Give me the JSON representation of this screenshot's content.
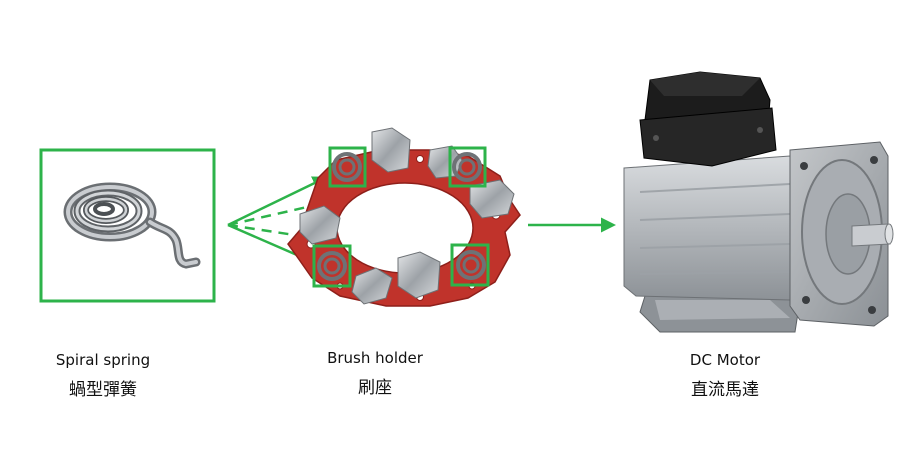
{
  "items": [
    {
      "en": "Spiral spring",
      "zh": "蝸型彈簧"
    },
    {
      "en": "Brush holder",
      "zh": "刷座"
    },
    {
      "en": "DC Motor",
      "zh": "直流馬達"
    }
  ],
  "colors": {
    "highlight": "#2db34a",
    "holder_red": "#c0332b",
    "metal": "#a9adb2",
    "motor_dark": "#1c1c1c"
  }
}
